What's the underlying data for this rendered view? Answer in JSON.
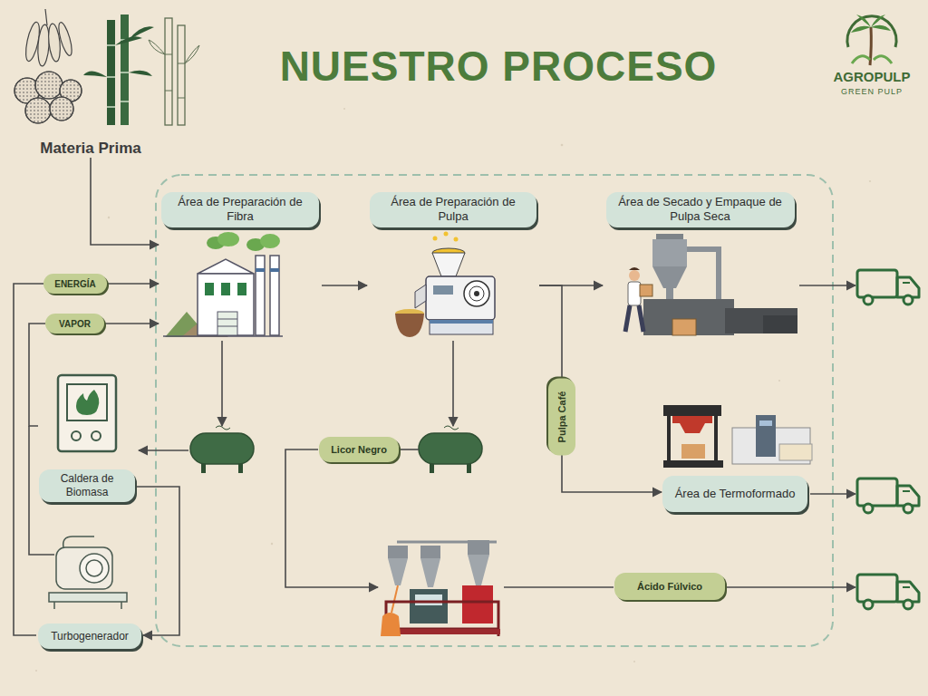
{
  "diagram": {
    "title": "NUESTRO PROCESO",
    "nodes": [
      {
        "text": [
          "Materia Prima"
        ]
      },
      {
        "text": [
          "Área de Preparación de Fibra"
        ]
      },
      {
        "text": [
          "Área de Preparación de Pulpa"
        ]
      },
      {
        "text": [
          "Área de Secado y Empaque de Pulpa Seca"
        ]
      },
      {
        "text": [
          "ENERGÍA"
        ]
      },
      {
        "text": [
          "VAPOR"
        ]
      },
      {
        "text": [
          "Caldera de Biomasa"
        ]
      },
      {
        "text": [
          "Licor Negro"
        ]
      },
      {
        "text": [
          "Área de Termoformado"
        ]
      },
      {
        "text": [
          "Ácido Fúlvico"
        ]
      },
      {
        "text": [
          "Turbogenerador"
        ]
      }
    ],
    "edges": [
      {
        "from": 0,
        "to": 1,
        "arrow": "to"
      },
      {
        "from": 1,
        "to": 2,
        "arrow": "to"
      },
      {
        "from": 2,
        "to": 3,
        "arrow": "to"
      },
      {
        "from": 2,
        "to": 8,
        "label": "Pulpa Café",
        "arrow": "to"
      },
      {
        "from": 4,
        "to": 1,
        "arrow": "to"
      },
      {
        "from": 5,
        "to": 1,
        "arrow": "to"
      },
      {
        "from": 6,
        "to": 5,
        "arrow": "none"
      },
      {
        "from": 6,
        "to": 10,
        "arrow": "to"
      },
      {
        "from": 10,
        "to": 4,
        "arrow": "none"
      }
    ],
    "labels": [
      "AGROPULP",
      "GREEN PULP"
    ]
  }
}
